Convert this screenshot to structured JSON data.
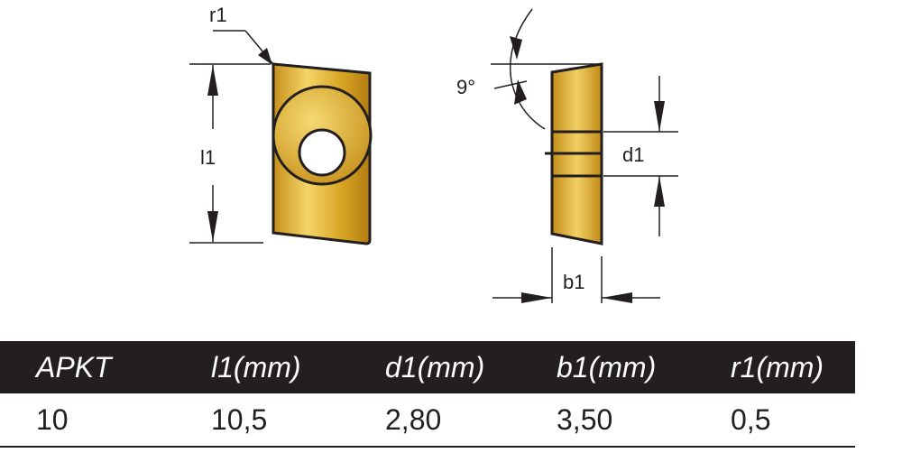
{
  "labels": {
    "r1": "r1",
    "l1": "l1",
    "angle": "9°",
    "d1": "d1",
    "b1": "b1"
  },
  "colors": {
    "insert_gold": "#d9a520",
    "insert_highlight": "#f6dc72",
    "outline": "#231f20",
    "table_header_bg": "#231f20"
  },
  "table": {
    "headers": [
      "APKT",
      "l1(mm)",
      "d1(mm)",
      "b1(mm)",
      "r1(mm)"
    ],
    "rows": [
      [
        "10",
        "10,5",
        "2,80",
        "3,50",
        "0,5"
      ]
    ]
  }
}
